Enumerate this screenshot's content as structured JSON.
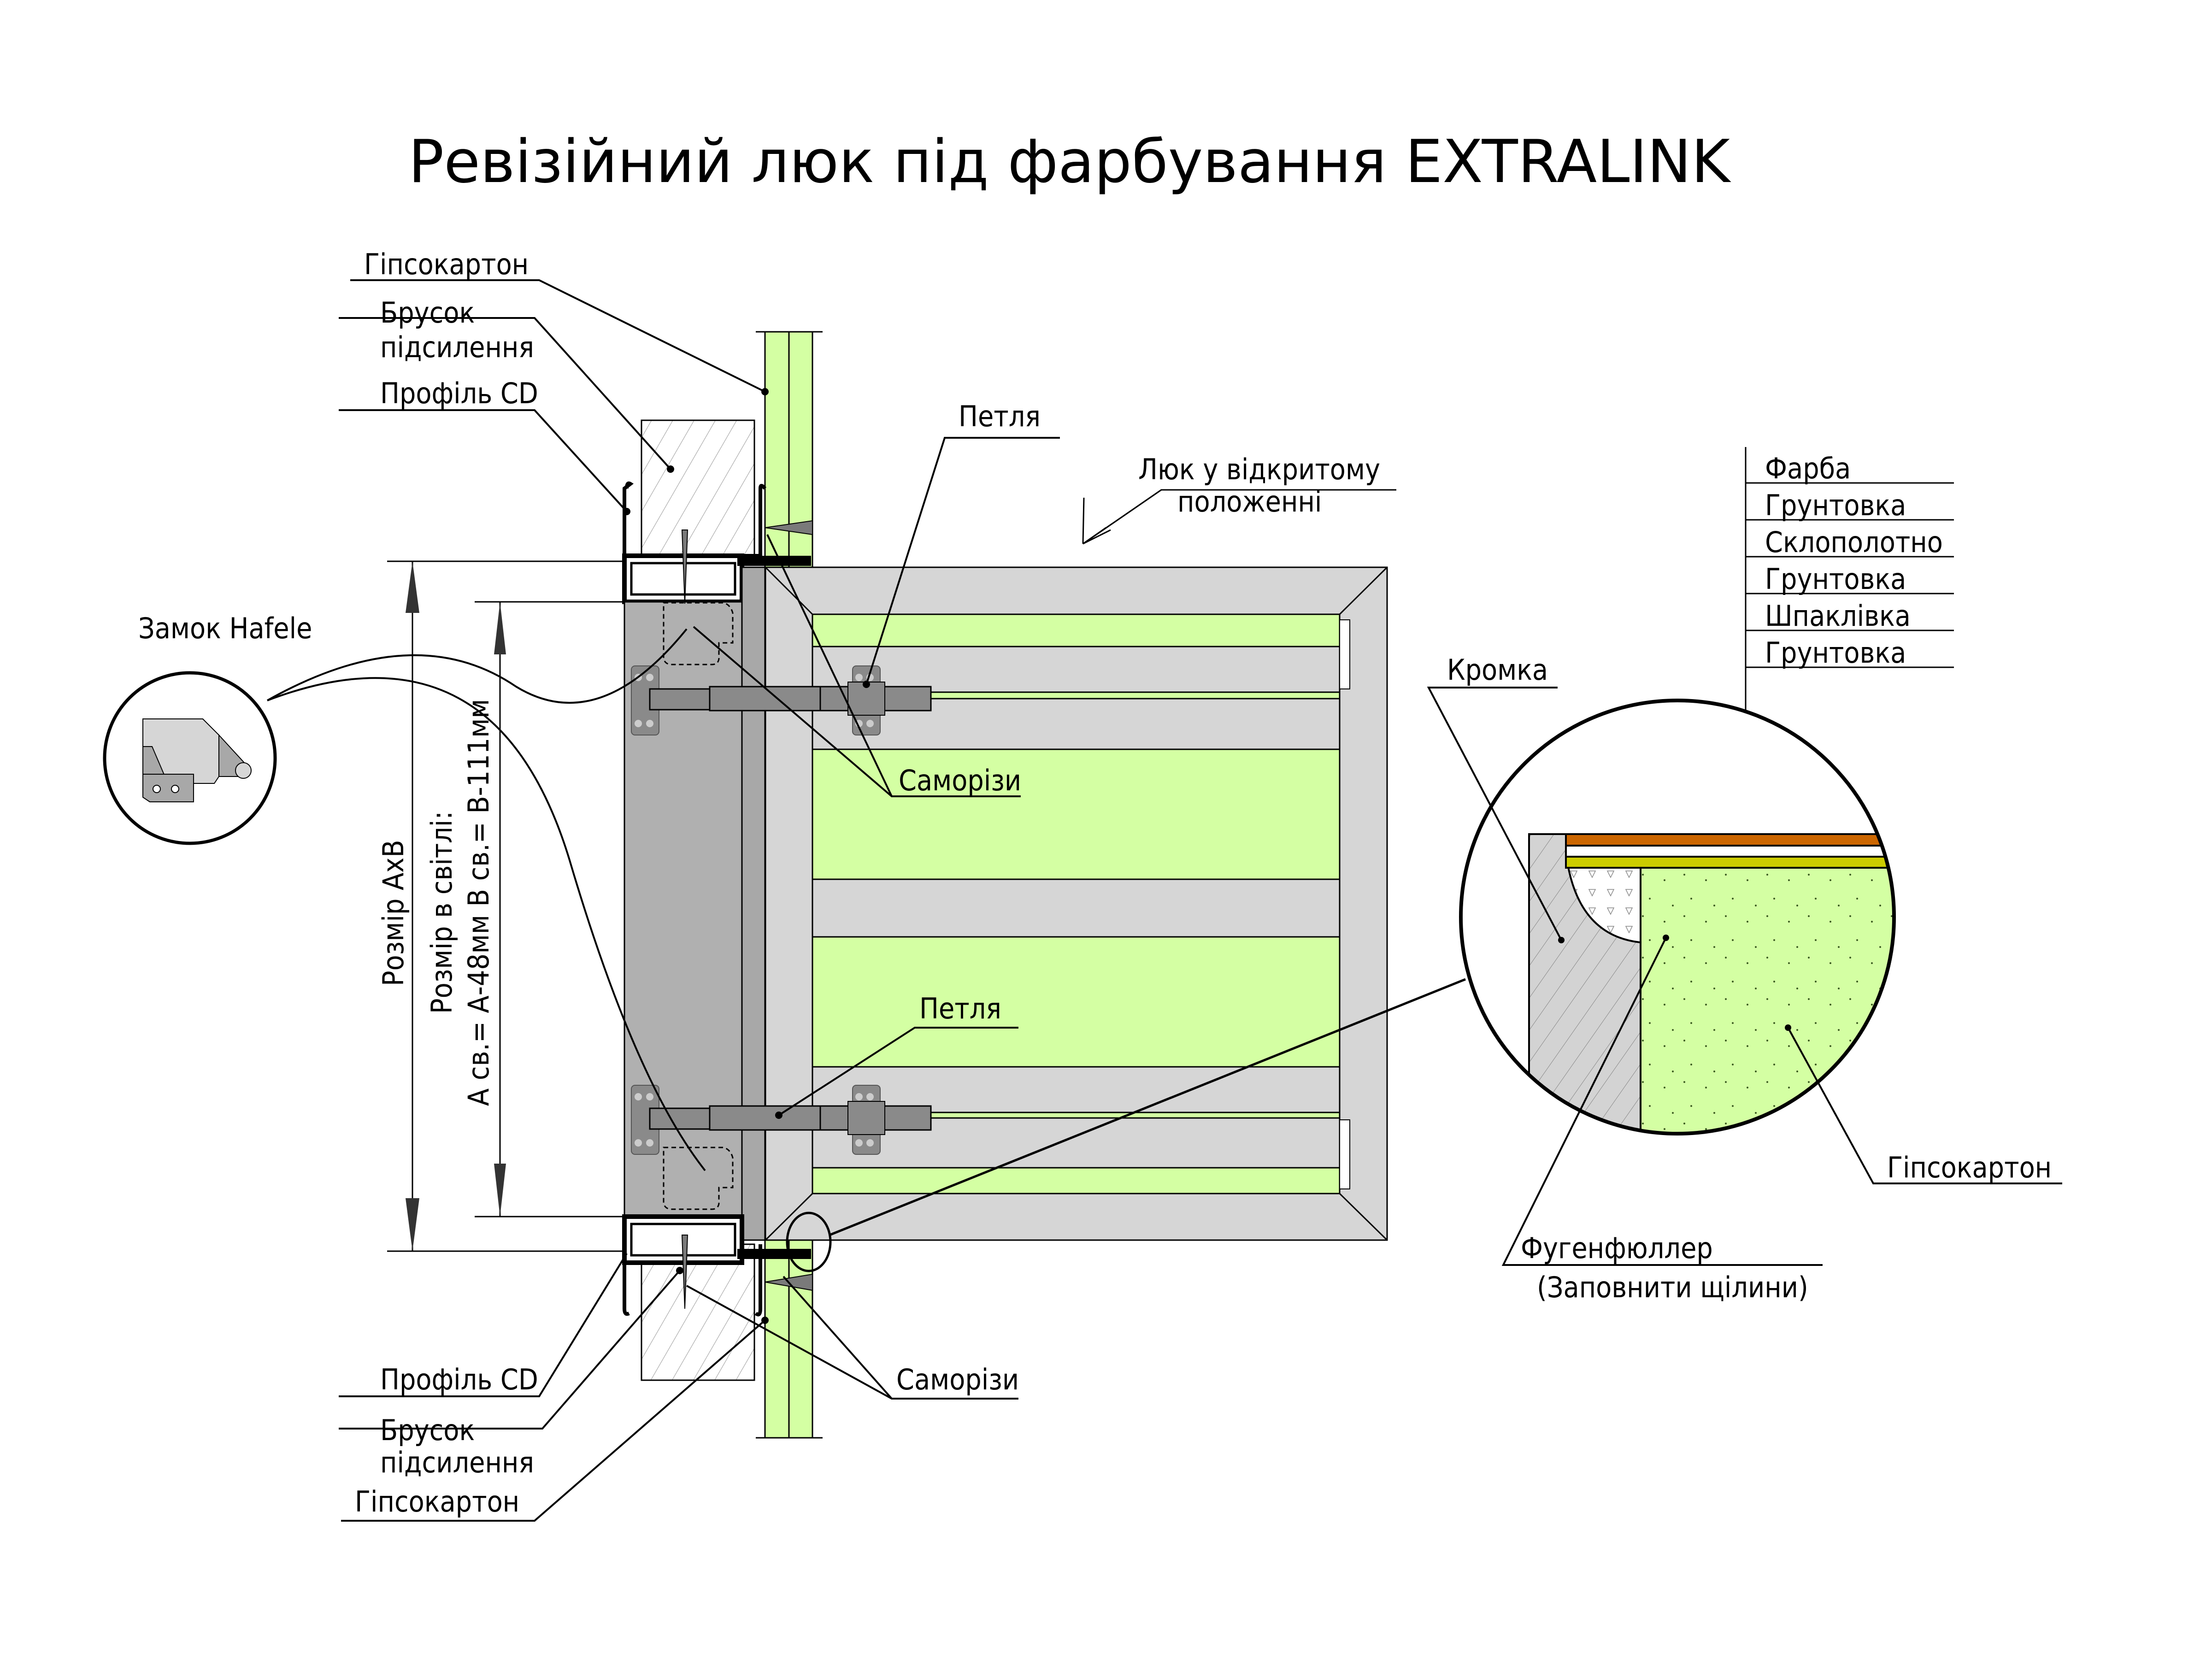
{
  "title": "Ревізійний люк під фарбування EXTRALINK",
  "colors": {
    "drywall": "#d4ffa3",
    "frame_strip": "#b0b0b0",
    "frame_inner": "#a8a8a8",
    "panel": "#d6d6d6",
    "hinge": "#8a8a8a",
    "paint": "#cc6600",
    "fiberglass": "#ffffff",
    "primer": "#cccc00",
    "edge": "#d3d3d3"
  },
  "labels": {
    "drywall_top": "Гіпсокартон",
    "brusok_top_line1": "Брусок",
    "brusok_top_line2": "підсилення",
    "profile_top": "Профіль CD",
    "lock": "Замок Hafele",
    "hinge_top": "Петля",
    "hatch_open_line1": "Люк у відкритому",
    "hatch_open_line2": "положенні",
    "screws_top": "Саморізи",
    "hinge_bottom": "Петля",
    "screws_bottom": "Саморізи",
    "profile_bottom": "Профіль CD",
    "brusok_bottom_line1": "Брусок",
    "brusok_bottom_line2": "підсилення",
    "drywall_bottom": "Гіпсокартон",
    "size_axb": "Розмір АхВ",
    "clear_size_line1": "Розмір в світлі:",
    "clear_size_line2": "А св.= А-48мм   В св.= В-111мм",
    "edge": "Кромка",
    "detail_drywall": "Гіпсокартон",
    "joint_filler_line1": "Фугенфюллер",
    "joint_filler_line2": "(Заповнити щілини)"
  },
  "layers": [
    "Фарба",
    "Грунтовка",
    "Склополотно",
    "Грунтовка",
    "Шпаклівка",
    "Грунтовка"
  ]
}
